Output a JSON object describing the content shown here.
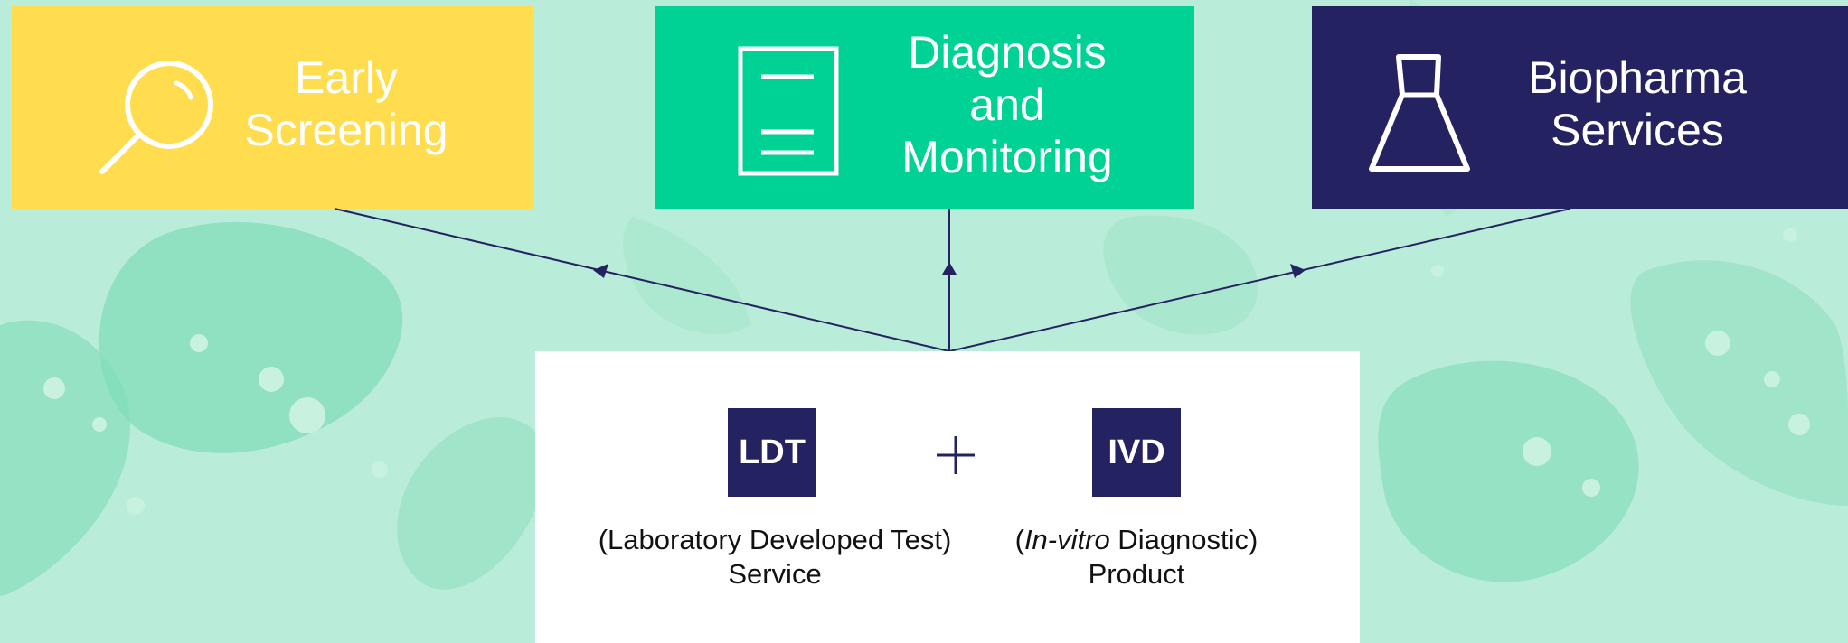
{
  "colors": {
    "background": "#b9ecd9",
    "early_screening": "#ffdd4f",
    "diagnosis": "#00d296",
    "biopharma": "#252262",
    "connector": "#252262",
    "badge": "#252262",
    "bottom_box": "#ffffff"
  },
  "cards": {
    "early": {
      "icon": "magnifier-icon",
      "line1": "Early",
      "line2": "Screening"
    },
    "diagnosis": {
      "icon": "document-icon",
      "line1": "Diagnosis",
      "line2": "and",
      "line3": "Monitoring"
    },
    "biopharma": {
      "icon": "flask-icon",
      "line1": "Biopharma",
      "line2": "Services"
    }
  },
  "bottom": {
    "ldt": {
      "badge": "LDT",
      "caption_line1": "(Laboratory Developed Test)",
      "caption_line2": "Service"
    },
    "plus_icon": "plus-icon",
    "ivd": {
      "badge": "IVD",
      "caption_open": "(",
      "caption_italic": "In-vitro",
      "caption_rest": " Diagnostic)",
      "caption_line2": "Product"
    }
  }
}
